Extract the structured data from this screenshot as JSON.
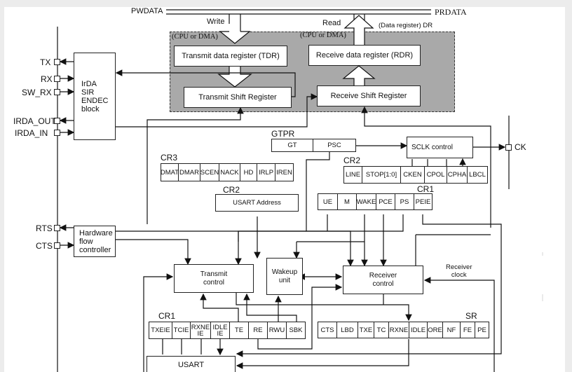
{
  "bus": {
    "pwdata": "PWDATA",
    "prdata": "PRDATA",
    "write": "Write",
    "read": "Read",
    "dr": "(Data register) DR",
    "cpu_dma_tx": "(CPU or DMA)",
    "cpu_dma_rx": "(CPU or DMA)"
  },
  "blocks": {
    "tdr": "Transmit data register (TDR)",
    "rdr": "Receive data register (RDR)",
    "tsr": "Transmit Shift Register",
    "rsr": "Receive Shift Register",
    "irda": "IrDA\nSIR\nENDEC\nblock",
    "hwflow": "Hardware\nflow\ncontroller",
    "sclk": "SCLK control",
    "usart_address": "USART Address",
    "transmit_control": "Transmit\ncontrol",
    "wakeup": "Wakeup\nunit",
    "receiver_control": "Receiver\ncontrol",
    "receiver_clock": "Receiver\nclock",
    "usart_interrupt": "USART"
  },
  "pins": {
    "tx": "TX",
    "rx": "RX",
    "sw_rx": "SW_RX",
    "irda_out": "IRDA_OUT",
    "irda_in": "IRDA_IN",
    "rts": "RTS",
    "cts": "CTS",
    "ck": "CK"
  },
  "registers": {
    "gtpr": {
      "label": "GTPR",
      "fields": [
        "GT",
        "PSC"
      ]
    },
    "cr3": {
      "label": "CR3",
      "fields": [
        "DMAT",
        "DMAR",
        "SCEN",
        "NACK",
        "HD",
        "IRLP",
        "IREN"
      ]
    },
    "cr2_top": {
      "label": "CR2",
      "fields": [
        "LINE",
        "STOP[1:0]",
        "CKEN",
        "CPOL",
        "CPHA",
        "LBCL"
      ]
    },
    "cr2_addr": {
      "label": "CR2"
    },
    "cr1_top": {
      "label": "CR1",
      "fields": [
        "UE",
        "M",
        "WAKE",
        "PCE",
        "PS",
        "PEIE"
      ]
    },
    "cr1_bottom": {
      "label": "CR1",
      "fields": [
        "TXEIE",
        "TCIE",
        "RXNE IE",
        "IDLE IE",
        "TE",
        "RE",
        "RWU",
        "SBK"
      ]
    },
    "sr": {
      "label": "SR",
      "fields": [
        "CTS",
        "LBD",
        "TXE",
        "TC",
        "RXNE",
        "IDLE",
        "ORE",
        "NF",
        "FE",
        "PE"
      ]
    }
  }
}
